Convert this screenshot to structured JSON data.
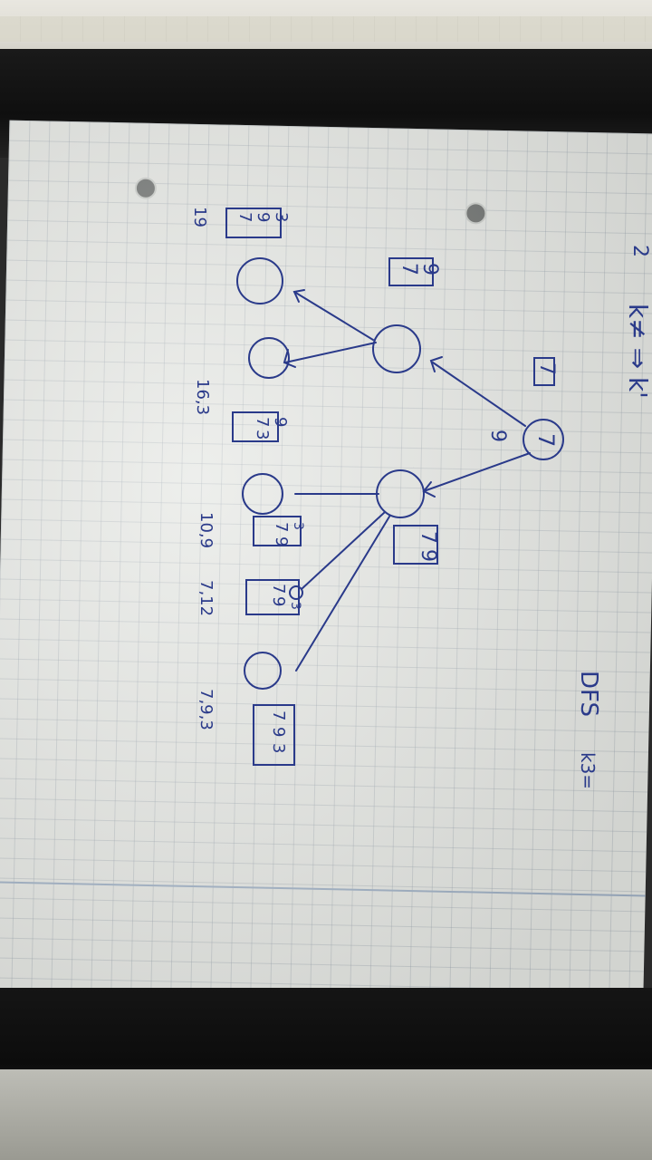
{
  "notes": {
    "problem_number": "2",
    "heading": "k≠ ⇒ k'",
    "method": "DFS",
    "method_note": "k3="
  },
  "tree": {
    "root": {
      "value": "7",
      "box": "7"
    },
    "edge_label": "9",
    "left_child": {
      "box": [
        "9",
        "7"
      ]
    },
    "right_child": {
      "box": [
        "7",
        "9"
      ]
    },
    "leaves": [
      {
        "box": [
          "3",
          "9",
          "7"
        ],
        "result": "19"
      },
      {
        "box": [
          "9",
          "7",
          "3"
        ],
        "result": "16,3"
      },
      {
        "box": [
          "3",
          "7",
          "9"
        ],
        "result": "10,9"
      },
      {
        "box": [
          "7",
          "9",
          "3"
        ],
        "result": "7,12"
      },
      {
        "box": [
          "7",
          "9",
          "3"
        ],
        "result": "7,9,3"
      }
    ]
  },
  "colors": {
    "ink": "#2a3a8a",
    "paper": "#e4e6e2"
  }
}
